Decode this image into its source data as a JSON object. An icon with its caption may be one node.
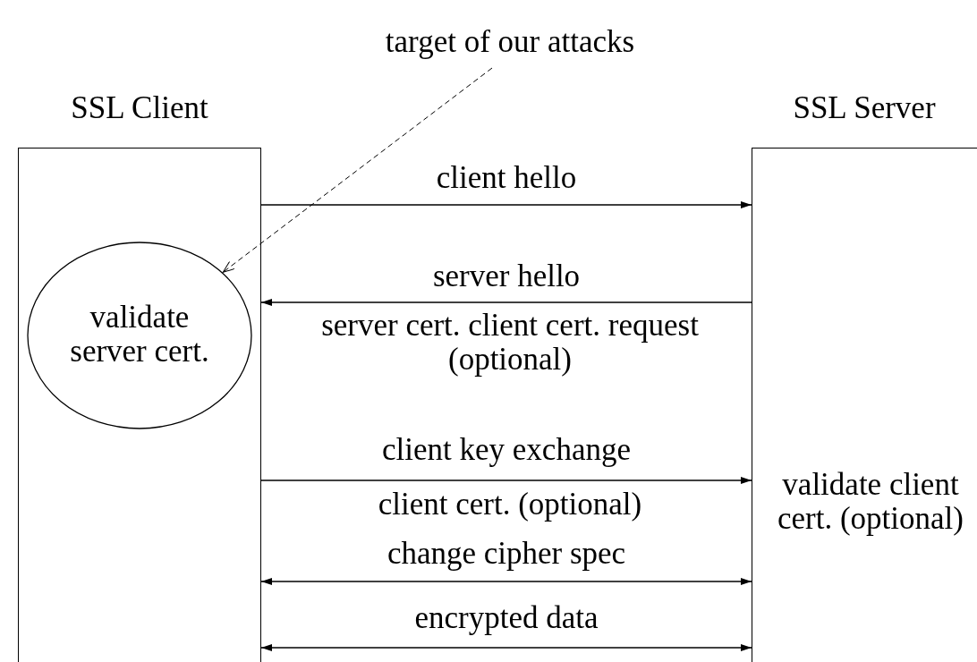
{
  "diagram": {
    "nodes": [
      {
        "text": [
          "SSL Client"
        ]
      },
      {
        "text": [
          "SSL Server",
          "validate client cert. (optional)"
        ]
      },
      {
        "text": [
          "validate server cert."
        ],
        "in": 0
      },
      {
        "text": [
          "target of our attacks"
        ]
      }
    ],
    "edges": [
      {
        "from": 0,
        "to": 1,
        "arrow": "to",
        "label": "client hello"
      },
      {
        "from": 1,
        "to": 0,
        "arrow": "to",
        "label": "server hello"
      },
      {
        "from": 0,
        "to": 1,
        "arrow": "to",
        "label": "client key exchange"
      },
      {
        "from": 0,
        "to": 1,
        "arrow": "both",
        "label": "change cipher spec"
      },
      {
        "from": 0,
        "to": 1,
        "arrow": "both",
        "label": "encrypted data"
      },
      {
        "from": 3,
        "to": 2,
        "arrow": "to",
        "style": "dashed"
      }
    ],
    "labels": [
      "server cert. client cert. request (optional)",
      "client cert. (optional)"
    ]
  }
}
